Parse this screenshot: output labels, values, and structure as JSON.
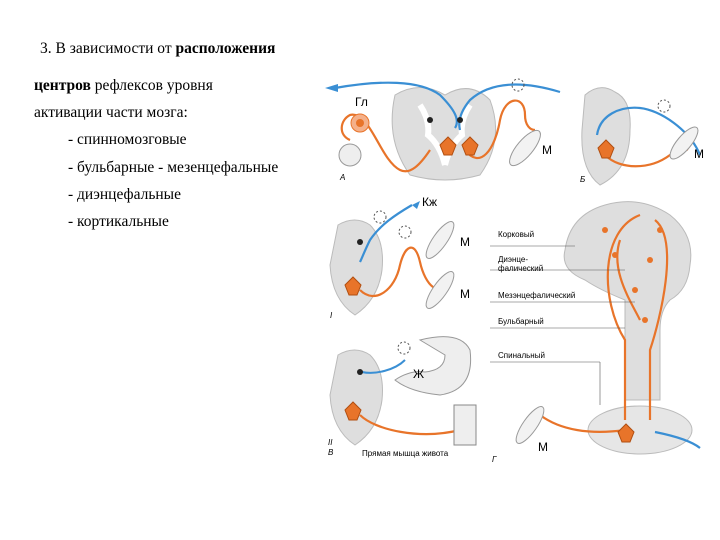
{
  "heading": {
    "number": "3. В зависимости от ",
    "bold1": "расположения",
    "bold2": "центров",
    "rest1": " рефлексов уровня",
    "line3": "активации части мозга:"
  },
  "list": [
    "- спинномозговые",
    "- бульбарные - мезенцефальные",
    "- диэнцефальные",
    "- кортикальные"
  ],
  "figure": {
    "panel_a": {
      "letter": "А",
      "gl": "Гл",
      "m": "М"
    },
    "panel_b": {
      "letter": "Б",
      "m": "М"
    },
    "panel_v1": {
      "letter": "I",
      "kzh": "Кж",
      "m1": "М",
      "m2": "М"
    },
    "panel_v2": {
      "letter": "II",
      "letter_b": "В",
      "zh": "Ж",
      "caption": "Прямая мышца живота"
    },
    "panel_g": {
      "letter": "Г",
      "m": "М",
      "labels": [
        "Корковый",
        "Диэнце-",
        "фалический",
        "Мезэнцефалический",
        "Бульбарный",
        "Спинальный"
      ]
    },
    "colors": {
      "afferent": "#3a8fd4",
      "efferent": "#e8742a",
      "cord": "#d9d9d9",
      "inter": "#222222"
    }
  }
}
